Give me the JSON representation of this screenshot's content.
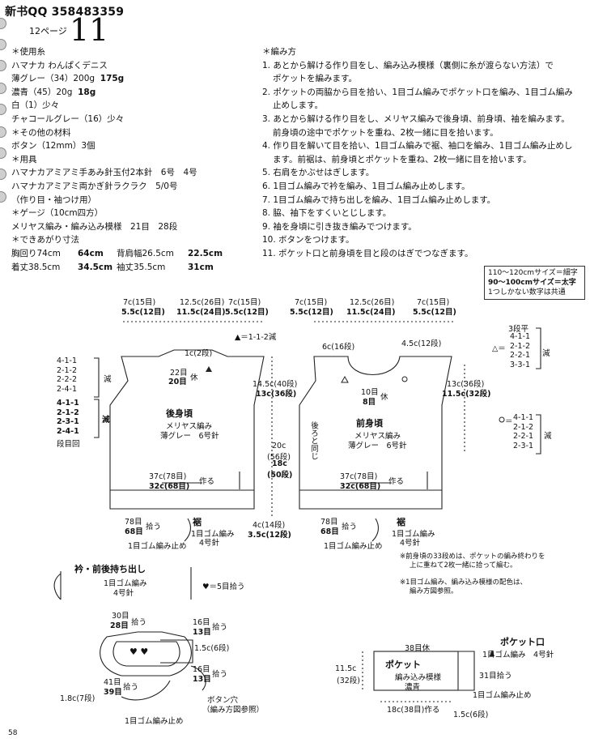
{
  "header": {
    "qq": "新书QQ 358483359",
    "page_label": "12ページ",
    "page_number": "11"
  },
  "materials": {
    "lines": [
      {
        "a": "＊使用糸",
        "b": ""
      },
      {
        "a": "ハマナカ わんぱくデニス",
        "b": ""
      },
      {
        "a": "薄グレー（34）200g",
        "b": "175g"
      },
      {
        "a": "濃青（45）20g",
        "b": "18g"
      },
      {
        "a": "白（1）少々",
        "b": ""
      },
      {
        "a": "チャコールグレー（16）少々",
        "b": ""
      },
      {
        "a": "＊その他の材料",
        "b": ""
      },
      {
        "a": "ボタン（12mm）3個",
        "b": ""
      },
      {
        "a": "＊用具",
        "b": ""
      },
      {
        "a": "ハマナカアミアミ手あみ針玉付2本針　6号　4号",
        "b": ""
      },
      {
        "a": "ハマナカアミアミ両かぎ針ラクラク　5/0号",
        "b": ""
      },
      {
        "a": "（作り目・袖つけ用）",
        "b": ""
      },
      {
        "a": "＊ゲージ（10cm四方）",
        "b": ""
      },
      {
        "a": "メリヤス編み・編み込み模様　21目　28段",
        "b": ""
      },
      {
        "a": "＊できあがり寸法",
        "b": ""
      }
    ],
    "sizes": [
      {
        "a": "胸回り74cm",
        "b": "64cm",
        "c": "背肩幅26.5cm",
        "d": "22.5cm"
      },
      {
        "a": "着丈38.5cm",
        "b": "34.5cm",
        "c": "袖丈35.5cm",
        "d": "31cm"
      }
    ]
  },
  "steps": {
    "title": "＊編み方",
    "lines": [
      {
        "text": "1. あとから解ける作り目をし、編み込み模様（裏側に糸が渡らない方法）で",
        "indent": false
      },
      {
        "text": "ポケットを編みます。",
        "indent": true
      },
      {
        "text": "2. ポケットの両脇から目を拾い、1目ゴム編みでポケット口を編み、1目ゴム編み",
        "indent": false
      },
      {
        "text": "止めします。",
        "indent": true
      },
      {
        "text": "3. あとから解ける作り目をし、メリヤス編みで後身頃、前身頃、袖を編みます。",
        "indent": false
      },
      {
        "text": "前身頃の途中でポケットを重ね、2枚一緒に目を拾います。",
        "indent": true
      },
      {
        "text": "4. 作り目を解いて目を拾い、1目ゴム編みで裾、袖口を編み、1目ゴム編み止めし",
        "indent": false
      },
      {
        "text": "ます。前裾は、前身頃とポケットを重ね、2枚一緒に目を拾います。",
        "indent": true
      },
      {
        "text": "5. 右肩をかぶせはぎします。",
        "indent": false
      },
      {
        "text": "6. 1目ゴム編みで衿を編み、1目ゴム編み止めします。",
        "indent": false
      },
      {
        "text": "7. 1目ゴム編みで持ち出しを編み、1目ゴム編み止めします。",
        "indent": false
      },
      {
        "text": "8. 脇、袖下をすくいとじします。",
        "indent": false
      },
      {
        "text": "9. 袖を身頃に引き抜き編みでつけます。",
        "indent": false
      },
      {
        "text": "10. ボタンをつけます。",
        "indent": false
      },
      {
        "text": "11. ポケット口と前身頃を目と段のはぎでつなぎます。",
        "indent": false
      }
    ]
  },
  "legend": {
    "l1": "110～120cmサイズ＝細字",
    "l2": "90～100cmサイズ＝太字",
    "l3": "1つしかない数字は共通"
  },
  "diagram": {
    "back_title": "後身頃",
    "back_sub1": "メリヤス編み",
    "back_sub2": "薄グレー　6号針",
    "front_title": "前身頃",
    "front_sub1": "メリヤス編み",
    "front_sub2": "薄グレー　6号針",
    "hem_title": "裾",
    "hem_sub1": "1目ゴム編み",
    "hem_sub2": "4号針",
    "rib_end": "1目ゴム編み止め",
    "pickup": "拾う",
    "make": "作る",
    "rest": "休",
    "top_a_thin": "7c(15目)",
    "top_a_bold": "5.5c(12目)",
    "top_b_thin": "12.5c(26目)",
    "top_b_bold": "11.5c(24目)",
    "tri_note": "▲＝1-1-2減",
    "neck_back": "1c(2段)",
    "neck_back_sts_thin": "22目",
    "neck_back_sts_bold": "20目",
    "dec_thin": [
      "4-1-1",
      "2-1-2",
      "2-2-2",
      "2-4-1"
    ],
    "dec_bold": [
      "4-1-1",
      "2-1-2",
      "2-3-1",
      "2-4-1"
    ],
    "dec_label": "減",
    "dec_end": "段目回",
    "armhole_thin": "14.5c(40段)",
    "armhole_bold": "13c(36段)",
    "body_thin1": "20c",
    "body_thin2": "(56段)",
    "body_bold1": "18c",
    "body_bold2": "(50段)",
    "width_thin": "37c(78目)",
    "width_bold": "32c(68目)",
    "hem_sts_thin": "78目",
    "hem_sts_bold": "68目",
    "hem_h_thin": "4c(14段)",
    "hem_h_bold": "3.5c(12段)",
    "front_neck_h": "6c(16段)",
    "front_neck_d": "4.5c(12段)",
    "front_neck_sts_thin": "10目",
    "front_neck_sts_bold": "8目",
    "front_arm_thin": "13c(36段)",
    "front_arm_bold": "11.5c(32段)",
    "same_as_back": "後ろと同じ",
    "tri_dec_head": "3段平",
    "tri_dec": [
      "4-1-1",
      "2-1-2",
      "2-2-1",
      "3-3-1"
    ],
    "circ_dec": [
      "4-1-1",
      "2-1-2",
      "2-2-1",
      "2-3-1"
    ],
    "note1a": "※前身頃の33段めは、ポケットの編み終わりを",
    "note1b": "上に重ねて2枚一緒に拾って編む。",
    "note2a": "※1目ゴム編み、編み込み模様の配色は、",
    "note2b": "編み方図参照。"
  },
  "collar": {
    "title": "衿・前後持ち出し",
    "sub1": "1目ゴム編み",
    "sub2": "4号針",
    "heart_note": "♥＝5目拾う",
    "a_thin": "30目",
    "a_bold": "28目",
    "b_thin": "16目",
    "b_bold": "13目",
    "c": "1.5c(6段)",
    "d_thin": "16目",
    "d_bold": "13目",
    "e_thin": "41目",
    "e_bold": "39目",
    "f": "1.8c(7段)",
    "button": "ボタン穴",
    "button2": "（編み方図参照）",
    "end": "1目ゴム編み止め",
    "pickup": "拾う"
  },
  "pocket": {
    "title": "ポケット",
    "sub1": "編み込み模様",
    "sub2": "濃青",
    "top": "38目休",
    "h1": "11.5c",
    "h2": "(32段)",
    "bottom": "18c(38目)作る",
    "mouth": "ポケット口",
    "mouth_sub": "1目ゴム編み　4号針",
    "mouth_sts": "31目拾う",
    "mouth_end": "1目ゴム編み止め",
    "mouth_h": "1.5c(6段)"
  },
  "footer": {
    "page": "58"
  }
}
